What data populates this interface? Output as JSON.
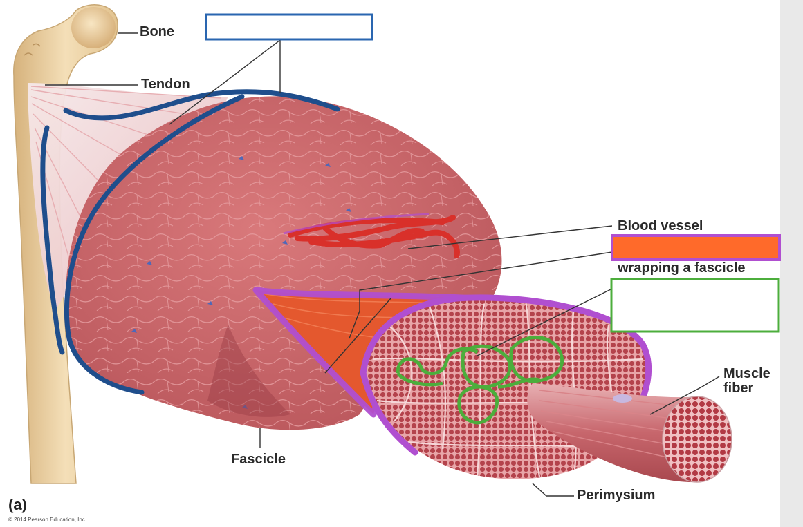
{
  "labels": {
    "bone": "Bone",
    "tendon": "Tendon",
    "blood_vessel": "Blood vessel",
    "wrapping_fascicle": "wrapping a fascicle",
    "muscle_fiber": "Muscle fiber",
    "fascicle": "Fascicle",
    "perimysium": "Perimysium",
    "figure_tag": "(a)",
    "copyright": "© 2014 Pearson Education, Inc."
  },
  "colors": {
    "annotation_blue": "#1f5a96",
    "annotation_orange": "#ff6a2a",
    "annotation_purple": "#b04fd0",
    "annotation_green": "#4cae3c",
    "annotation_red": "#d9302a",
    "muscle": "#c9676a",
    "bone": "#ecd3a5"
  }
}
